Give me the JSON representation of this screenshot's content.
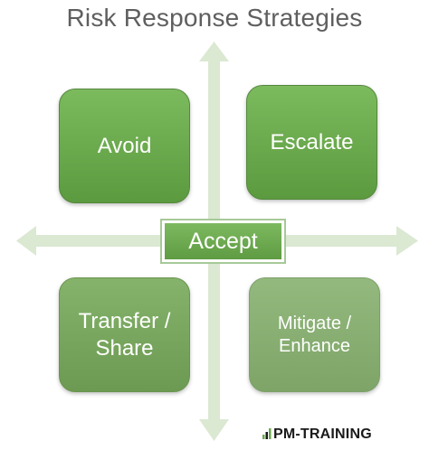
{
  "title": "Risk Response Strategies",
  "quadrants": {
    "top_left": {
      "line1": "Avoid",
      "line2": ""
    },
    "top_right": {
      "line1": "Escalate",
      "line2": ""
    },
    "bottom_left": {
      "line1": "Transfer /",
      "line2": "Share"
    },
    "bottom_right": {
      "line1": "Mitigate /",
      "line2": "Enhance"
    }
  },
  "center": {
    "label": "Accept"
  },
  "brand": {
    "text": "PM-TRAINING",
    "icon": "pm-training-logo-icon"
  },
  "colors": {
    "box_green": "#6aa84f",
    "arrow_green": "#dbe8d2",
    "title_gray": "#5f5f5f"
  }
}
